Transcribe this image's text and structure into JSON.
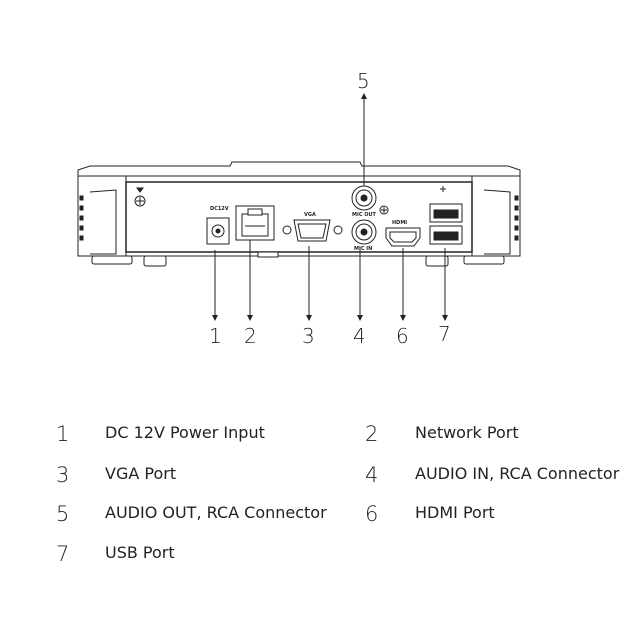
{
  "diagram": {
    "callouts": [
      "1",
      "2",
      "3",
      "4",
      "5",
      "6",
      "7"
    ],
    "panel_labels": {
      "dc": "DC12V",
      "vga": "VGA",
      "audio_out": "MIC OUT",
      "audio_in": "MIC IN",
      "hdmi": "HDMI"
    }
  },
  "legend": [
    {
      "number": "1",
      "label": "DC 12V Power Input"
    },
    {
      "number": "2",
      "label": "Network Port"
    },
    {
      "number": "3",
      "label": "VGA Port"
    },
    {
      "number": "4",
      "label": "AUDIO IN, RCA Connector"
    },
    {
      "number": "5",
      "label": "AUDIO OUT, RCA Connector"
    },
    {
      "number": "6",
      "label": "HDMI Port"
    },
    {
      "number": "7",
      "label": "USB Port"
    }
  ]
}
